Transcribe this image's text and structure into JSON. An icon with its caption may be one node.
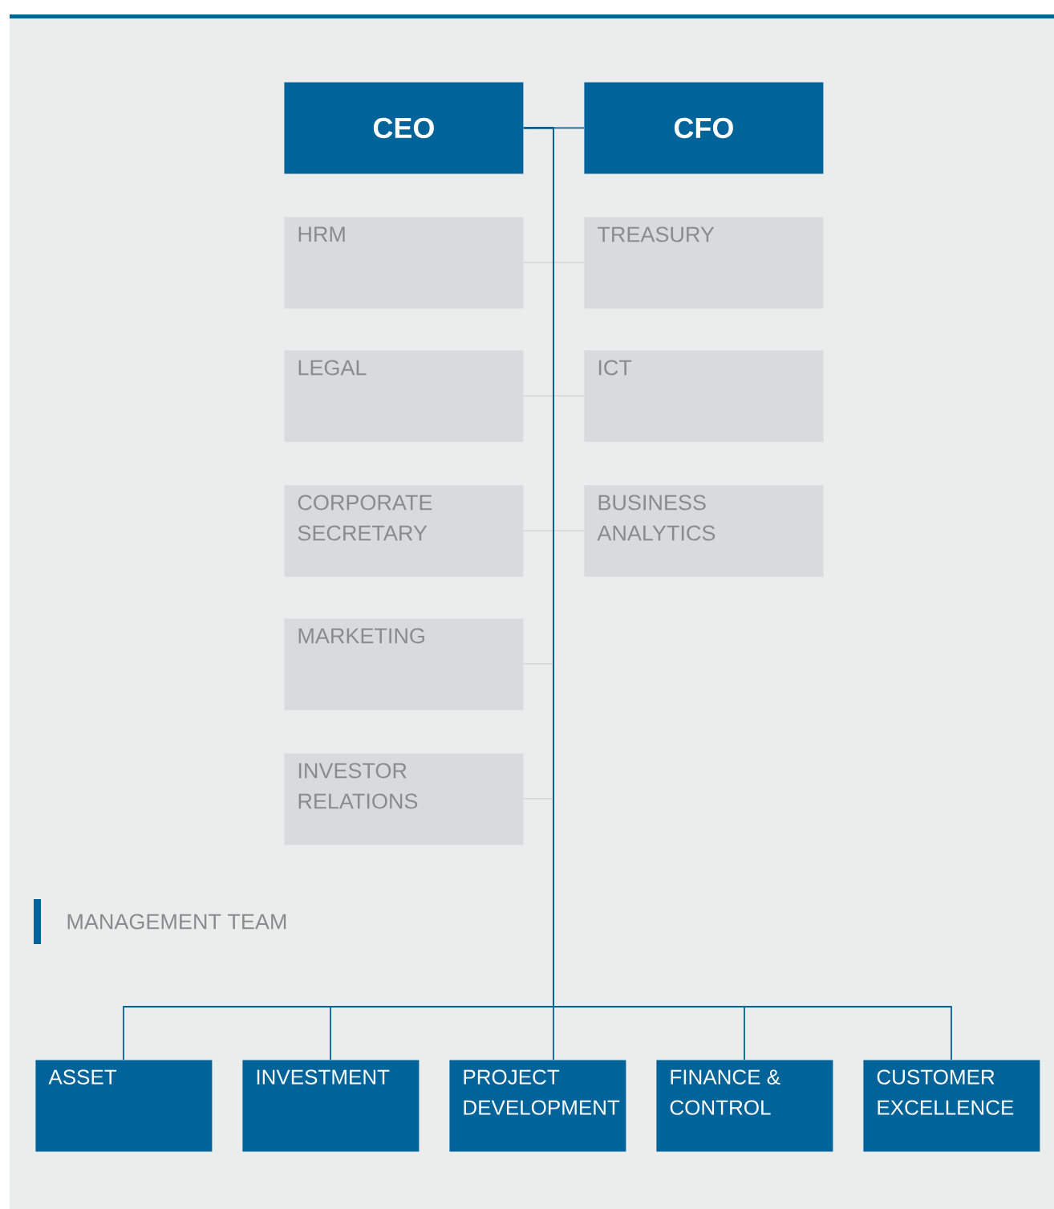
{
  "diagram": {
    "nodes": [
      {
        "text": [
          "CEO"
        ]
      },
      {
        "text": [
          "CFO"
        ]
      },
      {
        "text": [
          "HRM"
        ]
      },
      {
        "text": [
          "TREASURY"
        ]
      },
      {
        "text": [
          "LEGAL"
        ]
      },
      {
        "text": [
          "ICT"
        ]
      },
      {
        "text": [
          "CORPORATE SECRETARY"
        ]
      },
      {
        "text": [
          "BUSINESS ANALYTICS"
        ]
      },
      {
        "text": [
          "MARKETING"
        ]
      },
      {
        "text": [
          "INVESTOR RELATIONS"
        ]
      },
      {
        "text": [
          "ASSET"
        ]
      },
      {
        "text": [
          "INVESTMENT"
        ]
      },
      {
        "text": [
          "PROJECT DEVELOPMENT"
        ]
      },
      {
        "text": [
          "FINANCE & CONTROL"
        ]
      },
      {
        "text": [
          "CUSTOMER EXCELLENCE"
        ]
      }
    ],
    "edges": [
      {
        "from": 0,
        "to": 1,
        "arrow": "none",
        "color": "#00649a"
      },
      {
        "from": 0,
        "to": 2,
        "arrow": "none",
        "color": "#d4d6d7"
      },
      {
        "from": 0,
        "to": 3,
        "arrow": "none",
        "color": "#d4d6d7"
      },
      {
        "from": 0,
        "to": 4,
        "arrow": "none",
        "color": "#d4d6d7"
      },
      {
        "from": 0,
        "to": 5,
        "arrow": "none",
        "color": "#d4d6d7"
      },
      {
        "from": 0,
        "to": 6,
        "arrow": "none",
        "color": "#d4d6d7"
      },
      {
        "from": 0,
        "to": 7,
        "arrow": "none",
        "color": "#d4d6d7"
      },
      {
        "from": 0,
        "to": 8,
        "arrow": "none",
        "color": "#d4d6d7"
      },
      {
        "from": 0,
        "to": 9,
        "arrow": "none",
        "color": "#d4d6d7"
      },
      {
        "from": 0,
        "to": 10,
        "arrow": "none",
        "color": "#00649a"
      },
      {
        "from": 0,
        "to": 11,
        "arrow": "none",
        "color": "#00649a"
      },
      {
        "from": 0,
        "to": 12,
        "arrow": "none",
        "color": "#00649a"
      },
      {
        "from": 0,
        "to": 13,
        "arrow": "none",
        "color": "#00649a"
      },
      {
        "from": 0,
        "to": 14,
        "arrow": "none",
        "color": "#00649a"
      }
    ],
    "labels": [
      "MANAGEMENT TEAM"
    ]
  }
}
